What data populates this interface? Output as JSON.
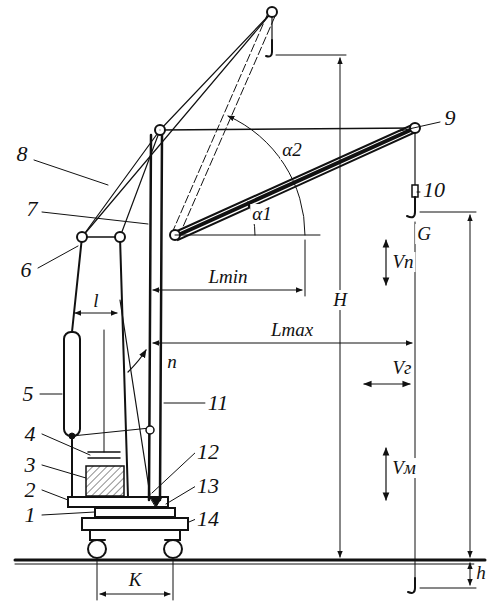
{
  "diagram": {
    "labels": [
      "9",
      "8",
      "7",
      "α1",
      "α2",
      "6",
      "10",
      "G",
      "H",
      "Vп",
      "Lmin",
      "l",
      "Lmax",
      "n",
      "Vг",
      "5",
      "11",
      "4",
      "12",
      "3",
      "Vм",
      "13",
      "2",
      "1",
      "14",
      "h",
      "K"
    ]
  }
}
